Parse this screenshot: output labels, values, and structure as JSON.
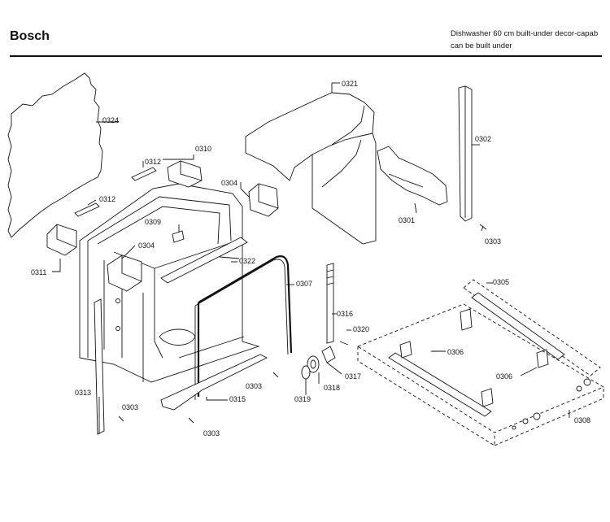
{
  "header": {
    "brand": "Bosch",
    "description_line1": "Dishwasher 60 cm built-under decor-capab",
    "description_line2": "can be built under"
  },
  "parts": [
    {
      "id": "0321",
      "label": "0321"
    },
    {
      "id": "0324",
      "label": "0324"
    },
    {
      "id": "0302",
      "label": "0302"
    },
    {
      "id": "0310",
      "label": "0310"
    },
    {
      "id": "0312a",
      "label": "0312"
    },
    {
      "id": "0312b",
      "label": "0312"
    },
    {
      "id": "0304a",
      "label": "0304"
    },
    {
      "id": "0309",
      "label": "0309"
    },
    {
      "id": "0301",
      "label": "0301"
    },
    {
      "id": "0303a",
      "label": "0303"
    },
    {
      "id": "0311",
      "label": "0311"
    },
    {
      "id": "0304b",
      "label": "0304"
    },
    {
      "id": "0322",
      "label": "0322"
    },
    {
      "id": "0305",
      "label": "0305"
    },
    {
      "id": "0307",
      "label": "0307"
    },
    {
      "id": "0316",
      "label": "0316"
    },
    {
      "id": "0320",
      "label": "0320"
    },
    {
      "id": "0306a",
      "label": "0306"
    },
    {
      "id": "0306b",
      "label": "0306"
    },
    {
      "id": "0317",
      "label": "0317"
    },
    {
      "id": "0303b",
      "label": "0303"
    },
    {
      "id": "0318",
      "label": "0318"
    },
    {
      "id": "0313",
      "label": "0313"
    },
    {
      "id": "0315",
      "label": "0315"
    },
    {
      "id": "0319",
      "label": "0319"
    },
    {
      "id": "0303c",
      "label": "0303"
    },
    {
      "id": "0308",
      "label": "0308"
    },
    {
      "id": "0303d",
      "label": "0303"
    }
  ]
}
